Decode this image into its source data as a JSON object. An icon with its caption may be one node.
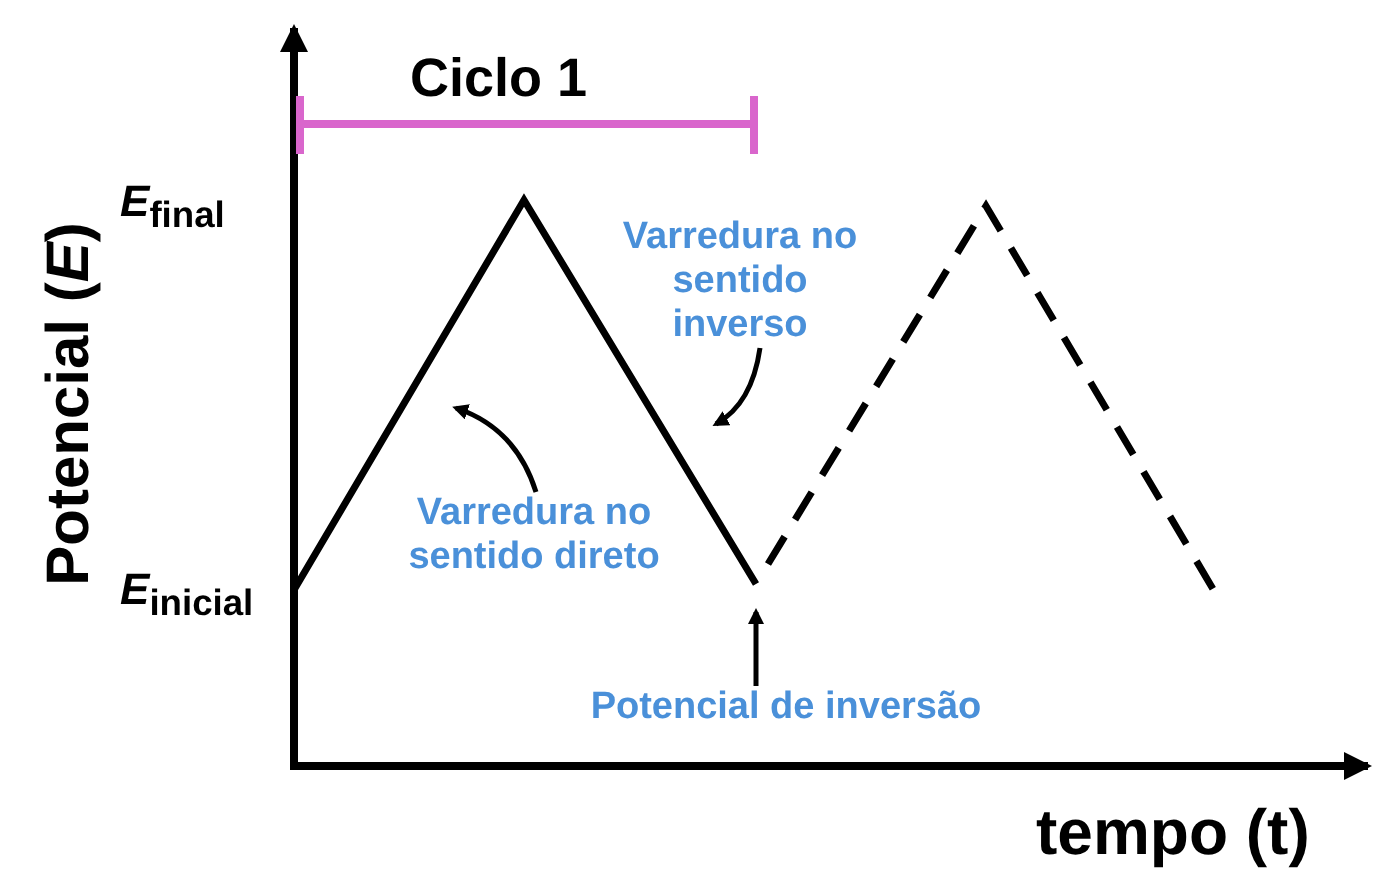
{
  "diagram": {
    "nodes": [
      {
        "text": [
          "Varredura no sentido inverso"
        ]
      },
      {
        "text": [
          "Varredura no sentido direto"
        ]
      },
      {
        "text": [
          "Potencial de inversão"
        ]
      }
    ],
    "edges": [
      {
        "from": 0,
        "to": null,
        "arrow": "to"
      },
      {
        "from": 1,
        "to": null,
        "arrow": "to"
      },
      {
        "from": 2,
        "to": null,
        "arrow": "to"
      }
    ],
    "labels": [
      "Ciclo 1",
      "Potencial (*E*)",
      "*E*$_{final}$",
      "*E*$_{inicial}$",
      "tempo (t)"
    ]
  }
}
